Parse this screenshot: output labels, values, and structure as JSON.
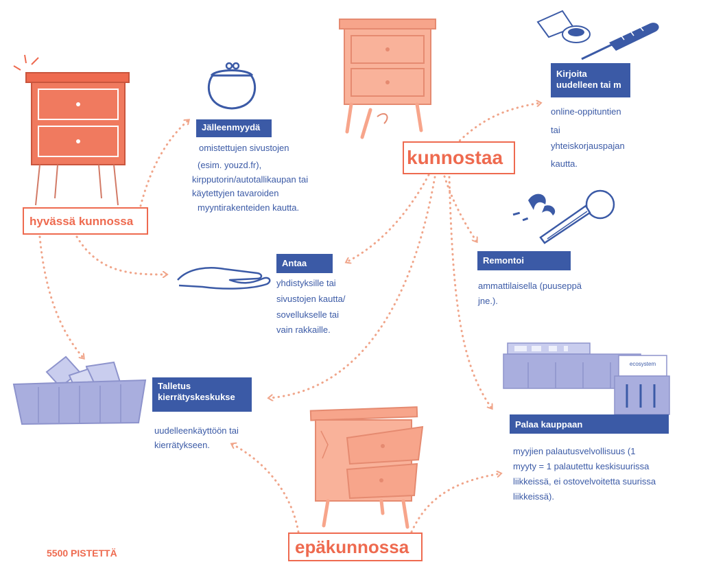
{
  "colors": {
    "accent": "#ee6a4f",
    "blue": "#3b5aa6",
    "lavender": "#a9aede",
    "peach": "#f7a58b"
  },
  "states": {
    "good": "hyvässä kunnossa",
    "repair": "kunnostaa",
    "broken": "epäkunnossa"
  },
  "actions": {
    "resell": {
      "title": "Jälleenmyydä",
      "lines": [
        "omistettujen sivustojen",
        "(esim. youzd.fr),",
        "kirpputorin/autotallikaupan tai",
        "käytettyjen tavaroiden",
        "myyntirakenteiden kautta."
      ]
    },
    "give": {
      "title": "Antaa",
      "lines": [
        "yhdistyksille tai",
        "sivustojen kautta/",
        "sovellukselle tai",
        "vain rakkaille."
      ]
    },
    "deposit": {
      "title_line1": "Talletus",
      "title_line2": "kierrätyskeskukse",
      "lines": [
        "uudelleenkäyttöön tai",
        "kierrätykseen."
      ]
    },
    "rewrite": {
      "title_line1": "Kirjoita",
      "title_line2": "uudelleen tai m",
      "lines": [
        "online-oppituntien",
        "tai",
        "yhteiskorjauspajan",
        "kautta."
      ]
    },
    "repair_pro": {
      "title": "Remontoi",
      "lines": [
        "ammattilaisella (puuseppä",
        "jne.)."
      ]
    },
    "return": {
      "title": "Palaa kauppaan",
      "lines": [
        "myyjien palautusvelvollisuus (1",
        "myyty = 1 palautettu keskisuurissa",
        "liikkeissä, ei ostovelvoitetta suurissa",
        "liikkeissä)."
      ]
    }
  },
  "icons": {
    "dresser_good": "dresser-icon",
    "dresser_repair": "dresser-repair-icon",
    "dresser_broken": "broken-dresser-icon",
    "purse": "purse-icon",
    "hand": "open-hand-icon",
    "container": "recycling-container-icon",
    "tools": "screwdriver-icon",
    "plane": "wood-plane-icon",
    "store": "store-icon",
    "store_sign": "ecosystem"
  },
  "footer": "5500 PISTETTÄ"
}
